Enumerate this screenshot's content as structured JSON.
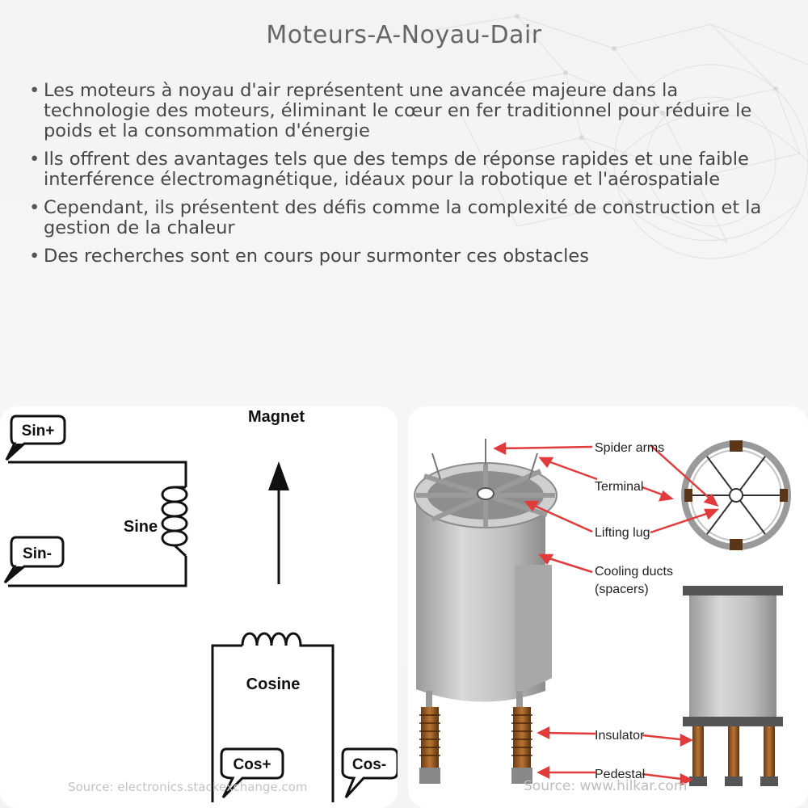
{
  "page": {
    "title": "Moteurs-A-Noyau-Dair",
    "bullets": [
      "Les moteurs à noyau d'air représentent une avancée majeure dans la technologie des moteurs, éliminant le cœur en fer traditionnel pour réduire le poids et la consommation d'énergie",
      "Ils offrent des avantages tels que des temps de réponse rapides et une faible interférence électromagnétique, idéaux pour la robotique et l'aérospatiale",
      "Cependant, ils présentent des défis comme la complexité de construction et la gestion de la chaleur",
      "Des recherches sont en cours pour surmonter ces obstacles"
    ]
  },
  "left_diagram": {
    "magnet_label": "Magnet",
    "sine_label": "Sine",
    "cosine_label": "Cosine",
    "sin_plus": "Sin+",
    "sin_minus": "Sin-",
    "cos_plus": "Cos+",
    "cos_minus": "Cos-",
    "source": "Source: electronics.stackexchange.com"
  },
  "right_diagram": {
    "callouts": {
      "spider_arms": "Spider arms",
      "terminal": "Terminal",
      "lifting_lug": "Lifting lug",
      "cooling_ducts_1": "Cooling ducts",
      "cooling_ducts_2": "(spacers)",
      "insulator": "Insulator",
      "pedestal": "Pedestal"
    },
    "source": "Source: www.hilkar.com"
  },
  "colors": {
    "accent_red": "#e23b3b",
    "coil_copper": "#9a5a2a"
  }
}
